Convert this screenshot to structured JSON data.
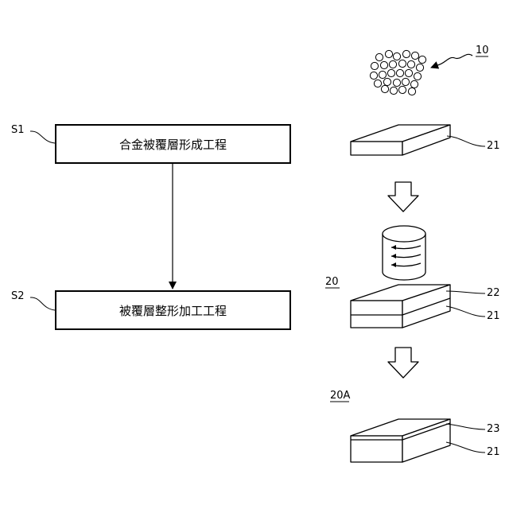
{
  "steps": [
    {
      "id": "S1",
      "label": "合金被覆層形成工程"
    },
    {
      "id": "S2",
      "label": "被覆層整形加工工程"
    }
  ],
  "refs": {
    "powder": "10",
    "base_top": "21",
    "coated_block": "20",
    "coat_layer": "22",
    "coated_base": "21",
    "shaped_block": "20A",
    "shaped_layer": "23",
    "shaped_base": "21"
  }
}
